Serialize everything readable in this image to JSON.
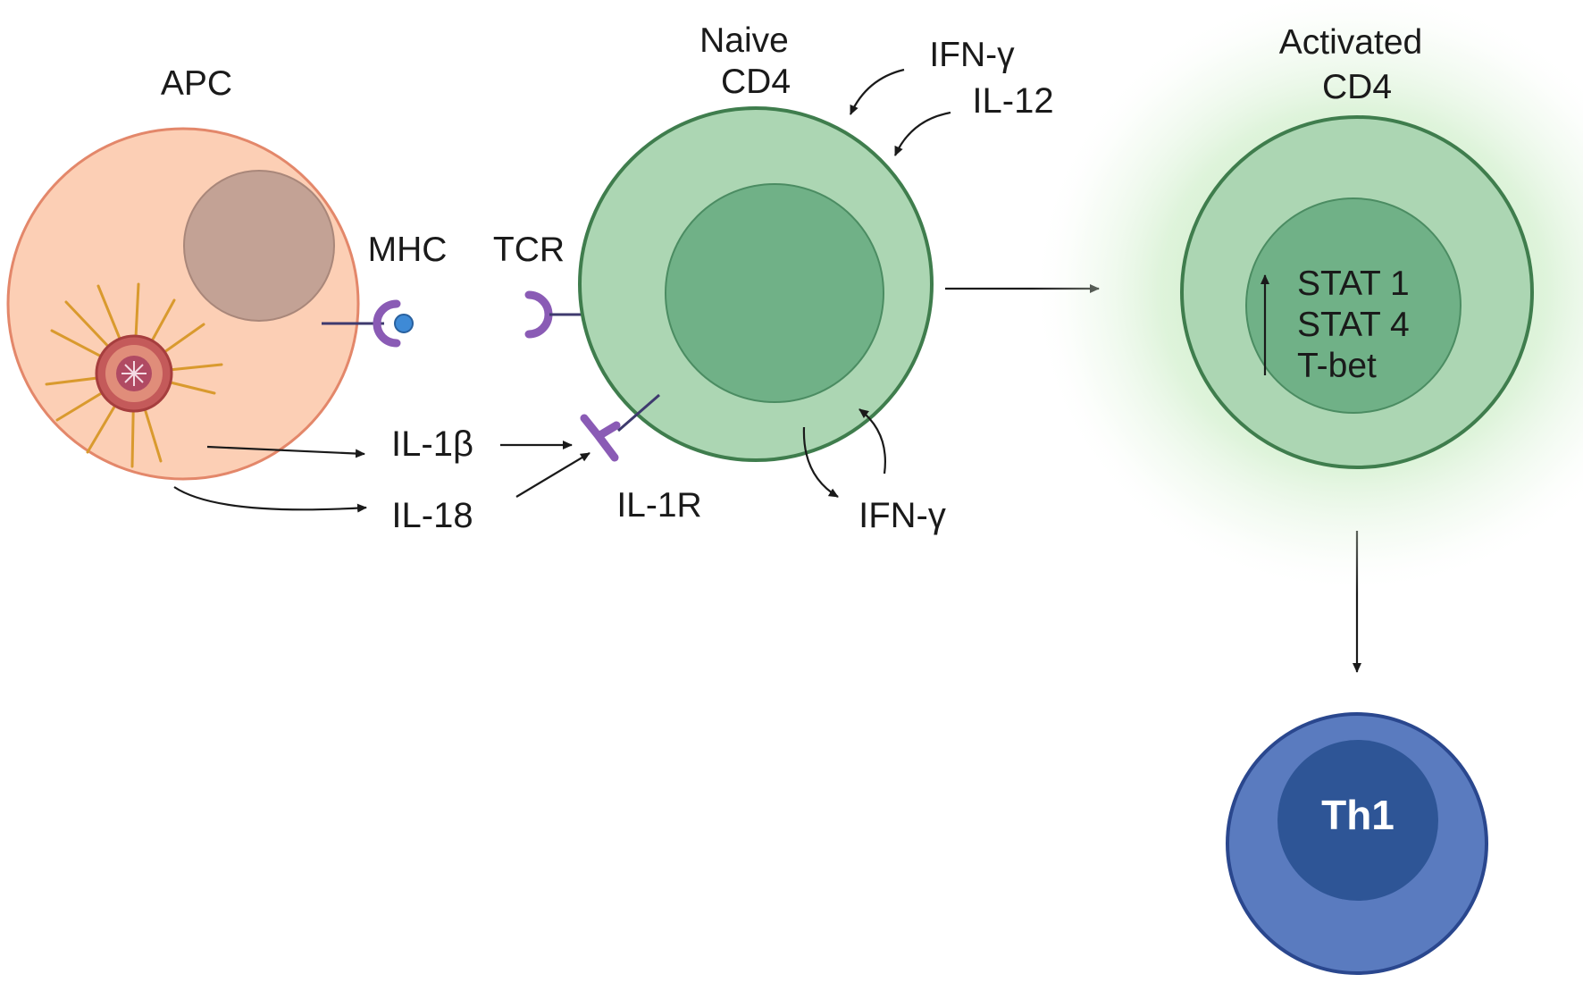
{
  "labels": {
    "apc": "APC",
    "mhc": "MHC",
    "tcr": "TCR",
    "naive_line1": "Naive",
    "naive_line2": "CD4",
    "ifn_gamma_top": "IFN-γ",
    "il12": "IL-12",
    "il1b": "IL-1β",
    "il18": "IL-18",
    "il1r": "IL-1R",
    "ifn_gamma_bottom": "IFN-γ",
    "activated_line1": "Activated",
    "activated_line2": "CD4",
    "stat1": "STAT 1",
    "stat4": "STAT 4",
    "tbet": "T-bet",
    "th1": "Th1"
  },
  "colors": {
    "apc_fill": "#fccfb5",
    "apc_stroke": "#e3876a",
    "apc_nucleus": "#c3a295",
    "naive_outer": "#acd6b3",
    "naive_stroke": "#3f7d4d",
    "naive_inner": "#70b187",
    "activated_glow": "#b3e2ad",
    "th1_outer": "#5a7bbf",
    "th1_stroke": "#2a478e",
    "th1_inner": "#2e5596",
    "receptor": "#8a5bb5",
    "pathogen_spikes": "#d99a2e",
    "pathogen_body": "#c45a5a",
    "antigen": "#3e8ad6"
  },
  "icons": [
    "pathogen-icon",
    "mhc-receptor-icon",
    "tcr-receptor-icon",
    "il1r-receptor-icon"
  ]
}
